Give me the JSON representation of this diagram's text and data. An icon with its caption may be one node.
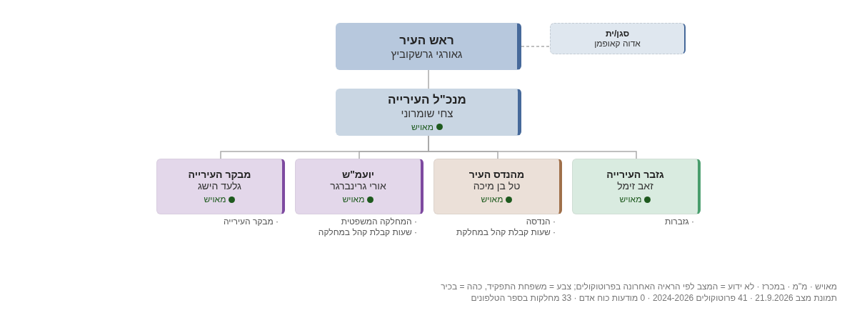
{
  "diagram": {
    "nodes": [
      {
        "text": [
          "ראש העיר",
          "גאורגי גרשקוביץ"
        ]
      },
      {
        "text": [
          "סגן/ית",
          "אדוה קאופמן"
        ]
      },
      {
        "text": [
          "מנכ\"ל העירייה",
          "צחי שומרוני",
          "מאויש"
        ]
      },
      {
        "text": [
          "גזבר העירייה",
          "זאב זימל",
          "מאויש"
        ],
        "beside": [
          "· גזברות"
        ]
      },
      {
        "text": [
          "מהנדס העיר",
          "טל בן מיכה",
          "מאויש"
        ],
        "beside": [
          "· הנדסה",
          "· שעות קבלת קהל במחלקת"
        ]
      },
      {
        "text": [
          "יועמ\"ש",
          "אורי גרינברגר",
          "מאויש"
        ],
        "beside": [
          "· המחלקה המשפטית",
          "· שעות קבלת קהל במחלקה"
        ]
      },
      {
        "text": [
          "מבקר העירייה",
          "גלעד הישג",
          "מאויש"
        ],
        "beside": [
          "· מבקר העירייה"
        ]
      }
    ],
    "edges": [
      {
        "from": 0,
        "to": 1,
        "arrow": "none",
        "style": "dashed"
      },
      {
        "from": 0,
        "to": 2,
        "arrow": "none"
      },
      {
        "from": 2,
        "to": 3,
        "arrow": "none"
      },
      {
        "from": 2,
        "to": 4,
        "arrow": "none"
      },
      {
        "from": 2,
        "to": 5,
        "arrow": "none"
      },
      {
        "from": 2,
        "to": 6,
        "arrow": "none"
      }
    ],
    "labels": [
      "מאויש · מ\"מ · במכרז · לא ידוע = המצב לפי הראיה האחרונה בפרוטוקולים; צבע = משפחת התפקיד, כהה = בכיר",
      "תמונת מצב 21.9.2026 · 41 פרוטוקולים 2024-2026 · 0 מודעות כוח אדם · 33 מחלקות בספר הטלפונים"
    ]
  }
}
